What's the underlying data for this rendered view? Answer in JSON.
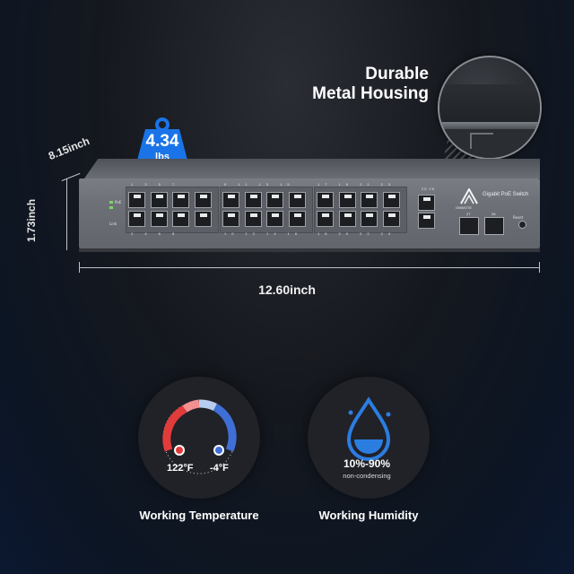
{
  "headline": {
    "line1": "Durable",
    "line2": "Metal Housing"
  },
  "weight": {
    "value": "4.34",
    "unit": "lbs"
  },
  "dimensions": {
    "depth": "8.15inch",
    "height": "1.73inch",
    "width": "12.60inch"
  },
  "switch": {
    "brand": "ONWOTE",
    "model": "Gigabit PoE Switch",
    "led_labels": [
      "PoE",
      "Link"
    ],
    "port_groups": [
      {
        "top": "1 3 5 7",
        "bottom": "2 4 6 8"
      },
      {
        "top": "9 11 13 15",
        "bottom": "10 12 14 16"
      },
      {
        "top": "17 19 21 23",
        "bottom": "18 20 22 24"
      }
    ],
    "uplink_label": "25 26",
    "sfp_labels": [
      "27",
      "28"
    ],
    "reset_label": "Reset"
  },
  "features": {
    "temperature": {
      "high": "122°F",
      "low": "-4°F",
      "label": "Working Temperature"
    },
    "humidity": {
      "range": "10%-90%",
      "note": "non-condensing",
      "label": "Working Humidity"
    }
  },
  "colors": {
    "accent_blue": "#1a74e8",
    "hot_red": "#e23b3b",
    "cool_blue": "#3f6fd6",
    "water_blue": "#2c7de0"
  }
}
